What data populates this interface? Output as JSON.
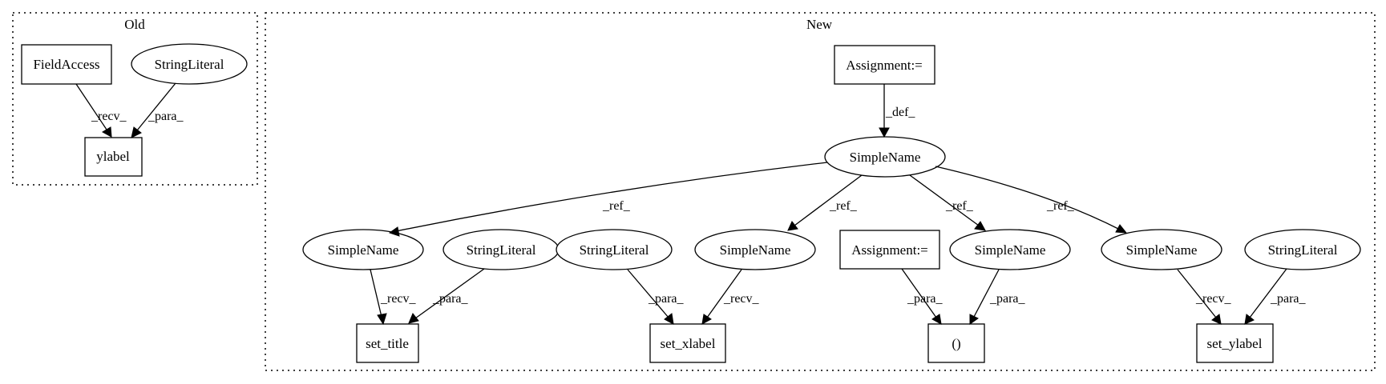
{
  "clusters": {
    "old": {
      "label": "Old"
    },
    "new": {
      "label": "New"
    }
  },
  "nodes": {
    "old_fieldaccess": "FieldAccess",
    "old_stringliteral": "StringLiteral",
    "old_ylabel": "ylabel",
    "new_assignment_top": "Assignment:=",
    "new_simplename_root": "SimpleName",
    "new_simplename_1": "SimpleName",
    "new_stringliteral_1": "StringLiteral",
    "new_stringliteral_2": "StringLiteral",
    "new_simplename_2": "SimpleName",
    "new_assignment_2": "Assignment:=",
    "new_simplename_3": "SimpleName",
    "new_simplename_4": "SimpleName",
    "new_stringliteral_3": "StringLiteral",
    "new_set_title": "set_title",
    "new_set_xlabel": "set_xlabel",
    "new_paren": "()",
    "new_set_ylabel": "set_ylabel"
  },
  "edges": {
    "old_recv": "_recv_",
    "old_para": "_para_",
    "def": "_def_",
    "ref_1": "_ref_",
    "ref_2": "_ref_",
    "ref_3": "_ref_",
    "ref_4": "_ref_",
    "recv_title": "_recv_",
    "para_title": "_para_",
    "para_xlabel": "_para_",
    "recv_xlabel": "_recv_",
    "para_paren_1": "_para_",
    "para_paren_2": "_para_",
    "recv_ylabel": "_recv_",
    "para_ylabel": "_para_"
  }
}
